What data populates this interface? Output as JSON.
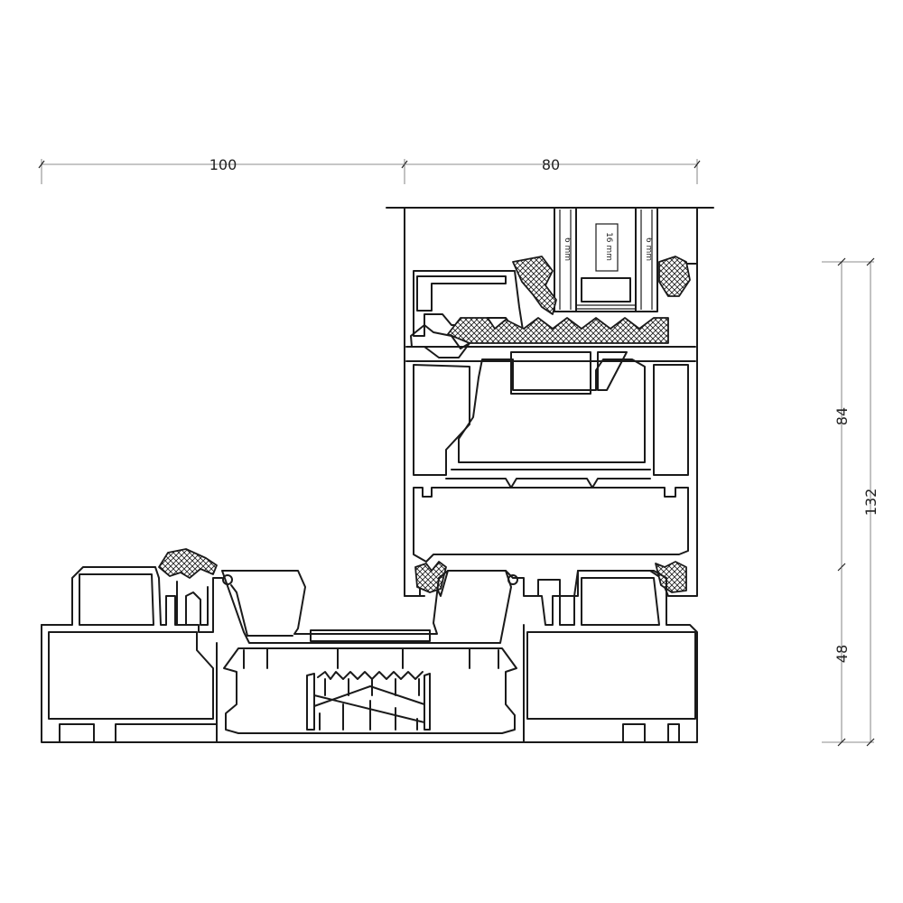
{
  "dimensions": {
    "top_left": "100",
    "top_right": "80",
    "right_upper": "84",
    "right_lower": "48",
    "right_total": "132"
  },
  "glazing": {
    "pane_left": "6 mm",
    "cavity": "16 mm",
    "pane_right": "6 mm"
  }
}
